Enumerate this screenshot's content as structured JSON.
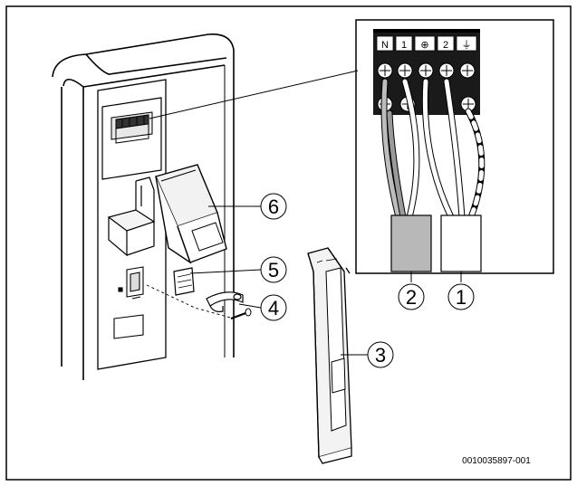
{
  "terminal_labels": [
    "N",
    "1",
    "⊕",
    "2",
    "⏚"
  ],
  "callouts": {
    "c1": "1",
    "c2": "2",
    "c3": "3",
    "c4": "4",
    "c5": "5",
    "c6": "6"
  },
  "reference_code": "0010035897-001"
}
